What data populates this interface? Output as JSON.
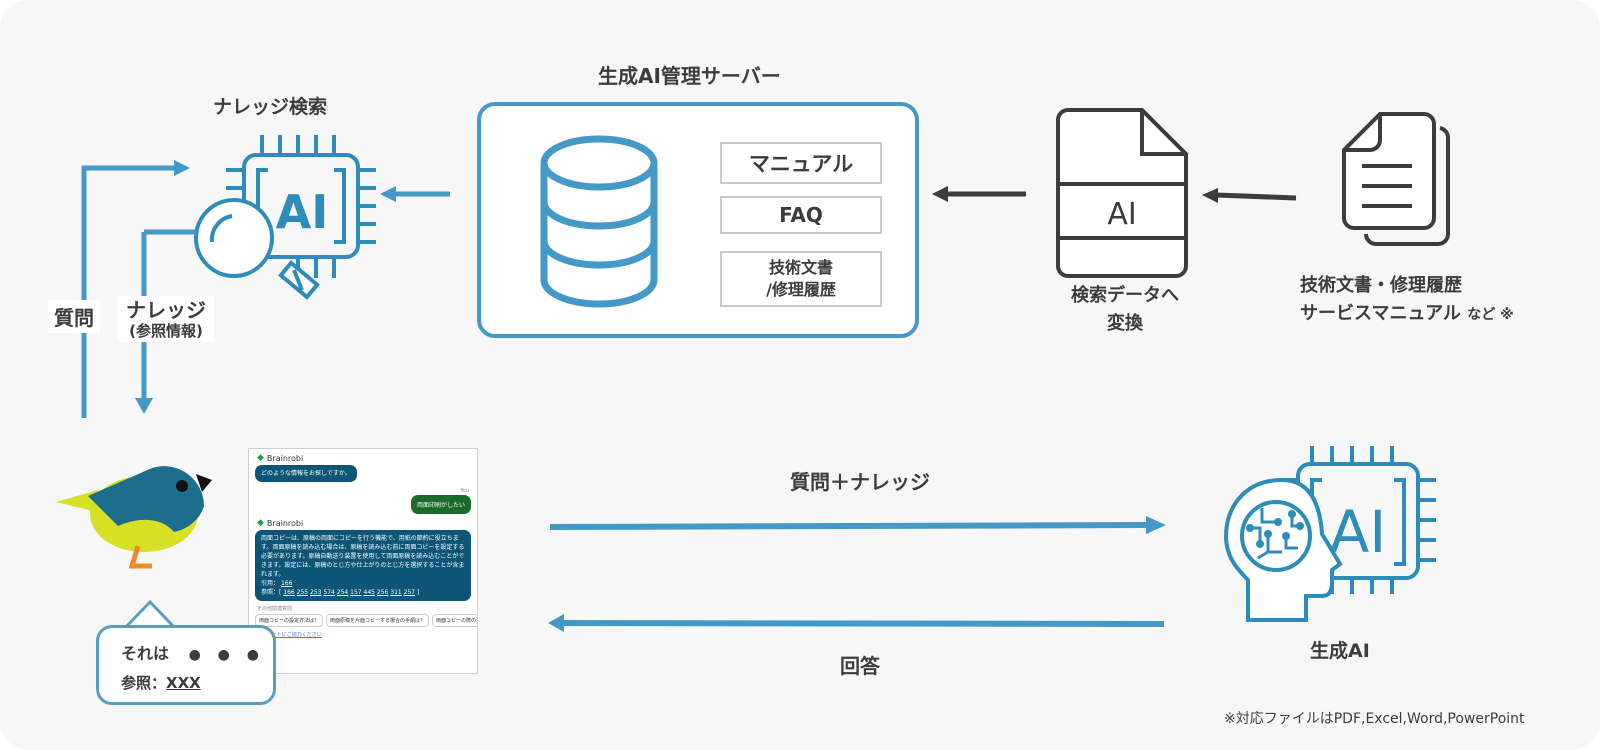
{
  "colors": {
    "background": "#f7f7f7",
    "accent_blue": "#4499c6",
    "dark_gray": "#3c3c3c",
    "bot_bubble": "#0c5577",
    "user_bubble": "#1b6b2a",
    "bird_body": "#1d6d8c",
    "bird_belly": "#d6e024",
    "bird_legs": "#f08a24"
  },
  "knowledge_search": {
    "title": "ナレッジ検索",
    "icon": "ai-chip-magnifier-icon"
  },
  "server": {
    "title": "生成AI管理サーバー",
    "icon": "database-icon",
    "stores": [
      {
        "label": "マニュアル"
      },
      {
        "label": "FAQ"
      },
      {
        "label_line1": "技術文書",
        "label_line2": "/修理履歴"
      }
    ]
  },
  "conversion": {
    "icon": "ai-document-icon",
    "icon_text": "AI",
    "label_line1": "検索データへ",
    "label_line2": "変換"
  },
  "sources": {
    "icon": "documents-icon",
    "label_line1": "技術文書・修理履歴",
    "label_line2_main": "サービスマニュアル",
    "label_line2_suffix": "など ※"
  },
  "flow_labels": {
    "question": "質問",
    "knowledge": "ナレッジ",
    "knowledge_sub": "(参照情報)",
    "question_plus_knowledge": "質問＋ナレッジ",
    "answer": "回答"
  },
  "generative_ai": {
    "icon": "ai-head-chip-icon",
    "label": "生成AI"
  },
  "chat": {
    "bot_name": "Brainrobi",
    "greeting": "どのような情報をお探しですか。",
    "user_label": "You",
    "user_message": "両面印刷がしたい",
    "bot_reply": "両面コピーは、原稿の両面にコピーを行う機能で、用紙の節約に役立ちます。両面原稿を読み込む場合は、原稿を読み込む前に両面コピーを設定する必要があります。原稿自動送り装置を使用して両面原稿を読み込むことができます。設定には、原稿のとじ方や仕上がりのとじ方を選択することが含まれます。",
    "citation_label": "引用：",
    "citation_value": "166",
    "references_label": "参照：[",
    "references": [
      "166",
      "255",
      "253",
      "574",
      "254",
      "157",
      "445",
      "256",
      "311",
      "257"
    ],
    "references_end": "]",
    "related_label": "その他関連質問",
    "suggestions": [
      "両面コピーの設定方法は？",
      "両面原稿を片面コピーする場合の手順は？",
      "両面コピーの際の注意点は？"
    ],
    "feedback_link": "アンケートにご協力ください"
  },
  "speech_bubble": {
    "line1": "それは",
    "dots": "● ● ●",
    "line2_label": "参照：",
    "line2_ref": "XXX"
  },
  "footnote": "※対応ファイルはPDF,Excel,Word,PowerPoint"
}
